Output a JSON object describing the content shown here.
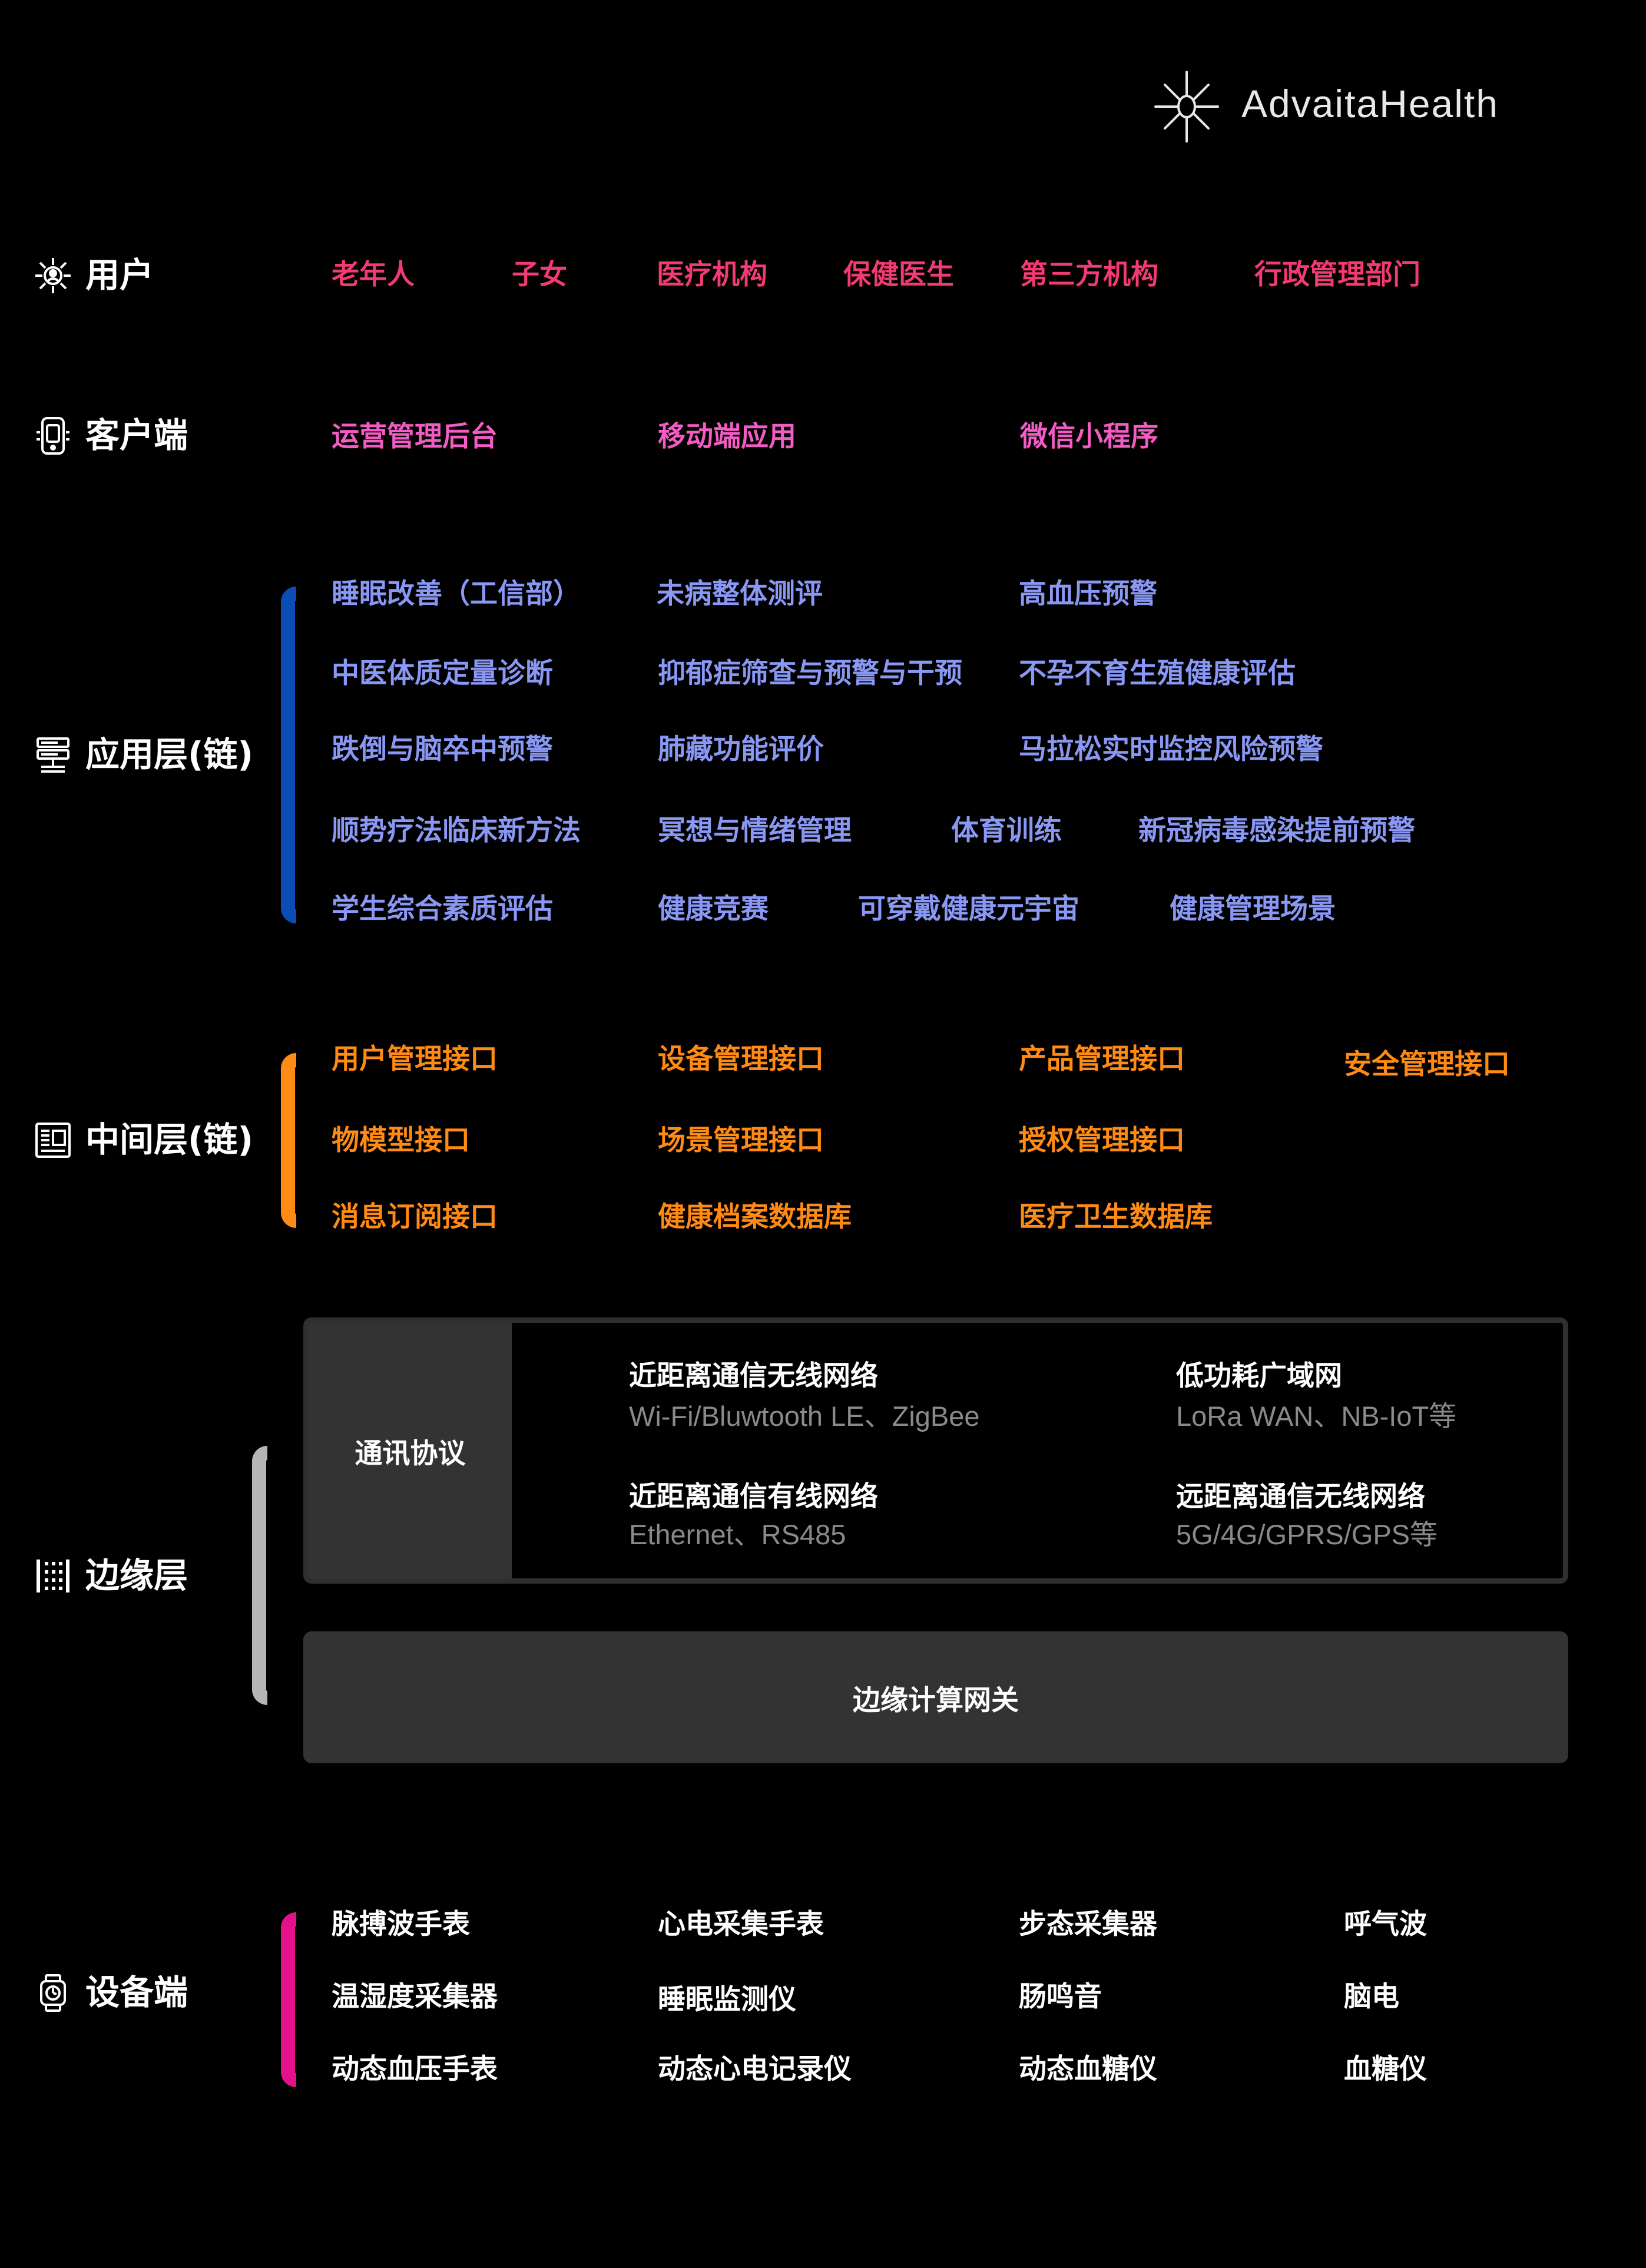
{
  "brand": {
    "name": "AdvaitaHealth",
    "logo_icon": "asterisk-star-icon"
  },
  "colors": {
    "users": "#f23a73",
    "clients": "#f25cc4",
    "application": "#8a98f5",
    "application_bracket": "#0a4eb5",
    "middle": "#ff8a14",
    "edge_bracket": "#b5b5b5",
    "devices_bracket": "#e5118a",
    "devices": "#ffffff"
  },
  "layers": {
    "users": {
      "title": "用户",
      "icon": "people-network-icon",
      "items": [
        "老年人",
        "子女",
        "医疗机构",
        "保健医生",
        "第三方机构",
        "行政管理部门"
      ]
    },
    "clients": {
      "title": "客户端",
      "icon": "mobile-app-icon",
      "items": [
        "运营管理后台",
        "移动端应用",
        "微信小程序"
      ]
    },
    "application": {
      "title": "应用层(链)",
      "icon": "server-stack-icon",
      "items": [
        "睡眠改善（工信部）",
        "未病整体测评",
        "高血压预警",
        "中医体质定量诊断",
        "抑郁症筛查与预警与干预",
        "不孕不育生殖健康评估",
        "跌倒与脑卒中预警",
        "肺藏功能评价",
        "马拉松实时监控风险预警",
        "顺势疗法临床新方法",
        "冥想与情绪管理",
        "体育训练",
        "新冠病毒感染提前预警",
        "学生综合素质评估",
        "健康竞赛",
        "可穿戴健康元宇宙",
        "健康管理场景"
      ]
    },
    "middle": {
      "title": "中间层(链)",
      "icon": "api-chip-icon",
      "items": [
        "用户管理接口",
        "设备管理接口",
        "产品管理接口",
        "安全管理接口",
        "物模型接口",
        "场景管理接口",
        "授权管理接口",
        "消息订阅接口",
        "健康档案数据库",
        "医疗卫生数据库"
      ]
    },
    "edge": {
      "title": "边缘层",
      "icon": "dot-grid-icon",
      "protocol_label": "通讯协议",
      "protocols": [
        {
          "title": "近距离通信无线网络",
          "detail": "Wi-Fi/Bluwtooth LE、ZigBee"
        },
        {
          "title": "低功耗广域网",
          "detail": "LoRa WAN、NB-IoT等"
        },
        {
          "title": "近距离通信有线网络",
          "detail": "Ethernet、RS485"
        },
        {
          "title": "远距离通信无线网络",
          "detail": "5G/4G/GPRS/GPS等"
        }
      ],
      "gateway_label": "边缘计算网关"
    },
    "devices": {
      "title": "设备端",
      "icon": "smartwatch-icon",
      "items": [
        "脉搏波手表",
        "心电采集手表",
        "步态采集器",
        "呼气波",
        "温湿度采集器",
        "睡眠监测仪",
        "肠鸣音",
        "脑电",
        "动态血压手表",
        "动态心电记录仪",
        "动态血糖仪",
        "血糖仪"
      ]
    }
  }
}
